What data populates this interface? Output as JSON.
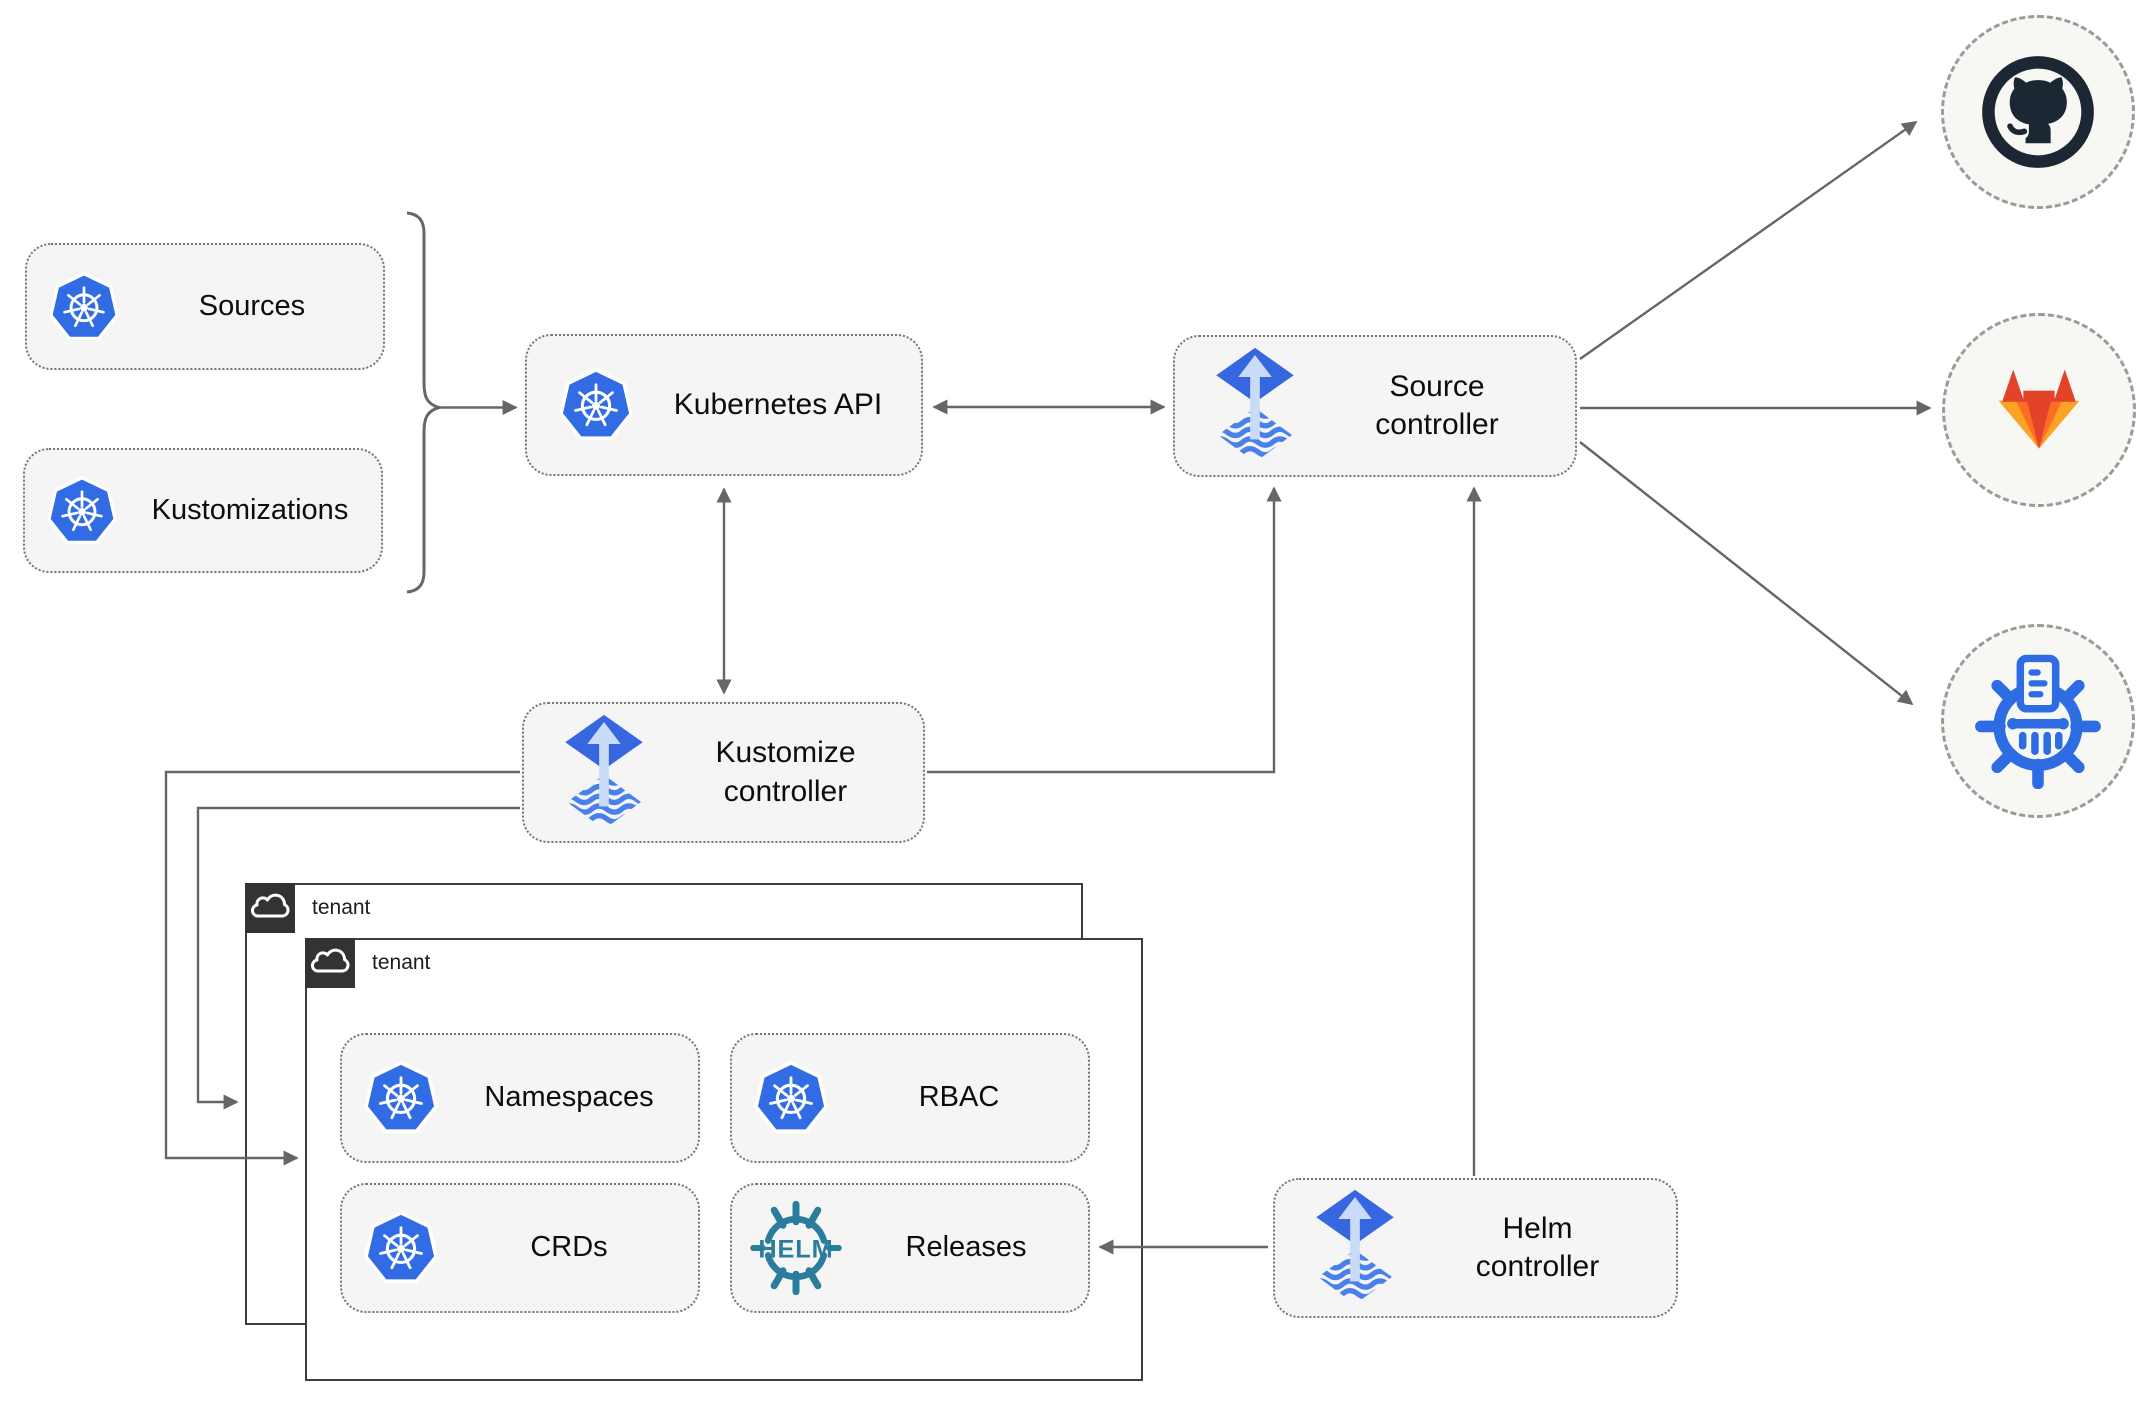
{
  "nodes": {
    "sources": {
      "label": "Sources",
      "icon": "kubernetes-icon"
    },
    "kustomizations": {
      "label": "Kustomizations",
      "icon": "kubernetes-icon"
    },
    "kubernetes_api": {
      "label": "Kubernetes API",
      "icon": "kubernetes-icon"
    },
    "source_controller": {
      "lines": [
        "Source",
        "controller"
      ],
      "icon": "flux-icon"
    },
    "kustomize_controller": {
      "lines": [
        "Kustomize",
        "controller"
      ],
      "icon": "flux-icon"
    },
    "helm_controller": {
      "lines": [
        "Helm",
        "controller"
      ],
      "icon": "flux-icon"
    },
    "tenant_back": {
      "label": "tenant",
      "icon": "cloud-icon"
    },
    "tenant_front": {
      "label": "tenant",
      "icon": "cloud-icon"
    },
    "namespaces": {
      "label": "Namespaces",
      "icon": "kubernetes-icon"
    },
    "rbac": {
      "label": "RBAC",
      "icon": "kubernetes-icon"
    },
    "crds": {
      "label": "CRDs",
      "icon": "kubernetes-icon"
    },
    "releases": {
      "label": "Releases",
      "icon": "helm-wheel-icon"
    }
  },
  "helm_logo_text": "HELM",
  "external_targets": {
    "github": {
      "icon": "github-icon"
    },
    "gitlab": {
      "icon": "gitlab-icon"
    },
    "chartmuseum": {
      "icon": "chartmuseum-icon"
    }
  },
  "edges": [
    {
      "from": "sources-and-kustomizations",
      "to": "kubernetes-api",
      "type": "arrow"
    },
    {
      "from": "kubernetes-api",
      "to": "source-controller",
      "type": "double-arrow"
    },
    {
      "from": "kubernetes-api",
      "to": "kustomize-controller",
      "type": "double-arrow"
    },
    {
      "from": "kustomize-controller",
      "to": "source-controller",
      "type": "arrow"
    },
    {
      "from": "kustomize-controller",
      "to": "tenant-back",
      "type": "arrow"
    },
    {
      "from": "kustomize-controller",
      "to": "tenant-front",
      "type": "arrow"
    },
    {
      "from": "helm-controller",
      "to": "source-controller",
      "type": "arrow"
    },
    {
      "from": "helm-controller",
      "to": "releases",
      "type": "arrow"
    },
    {
      "from": "source-controller",
      "to": "github",
      "type": "arrow"
    },
    {
      "from": "source-controller",
      "to": "gitlab",
      "type": "arrow"
    },
    {
      "from": "source-controller",
      "to": "chartmuseum",
      "type": "arrow"
    }
  ],
  "colors": {
    "kubernetes_blue": "#326ce5",
    "flux_blue": "#3667e0",
    "flux_light_arrow": "#c9dbf7",
    "helm_teal": "#2a7d9c",
    "github_dark": "#1b2733",
    "gitlab_red": "#e24329",
    "gitlab_orange": "#fc6d26",
    "gitlab_amber": "#fca326",
    "chartmuseum_blue": "#2d6ce2",
    "connector_gray": "#666666",
    "box_fill": "#f5f5f5",
    "tenant_chip": "#333333"
  }
}
